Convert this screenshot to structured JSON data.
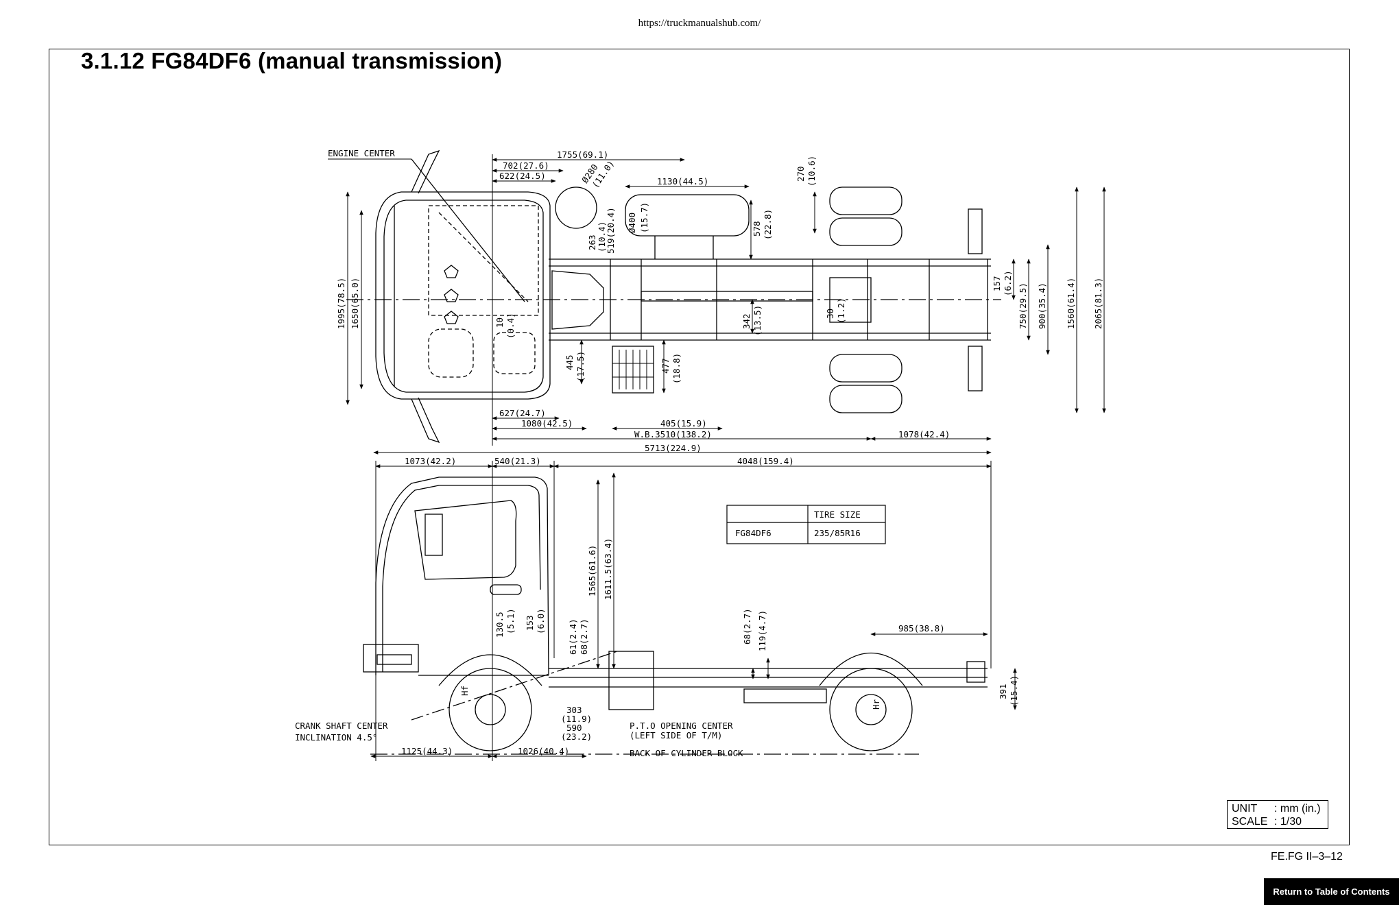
{
  "header": {
    "url": "https://truckmanualshub.com/"
  },
  "page": {
    "title": "3.1.12  FG84DF6 (manual transmission)"
  },
  "drawing": {
    "labels": {
      "engine_center": "ENGINE CENTER",
      "crank_shaft_center": "CRANK SHAFT CENTER",
      "inclination": "INCLINATION 4.5°",
      "pto": "P.T.O OPENING CENTER",
      "pto_side": "(LEFT SIDE OF T/M)",
      "back_cyl": "BACK OF CYLINDER BLOCK",
      "hf": "Hf",
      "hr": "Hr"
    },
    "top_dims": {
      "d1755": "1755(69.1)",
      "d702": "702(27.6)",
      "d622": "622(24.5)",
      "d280": "Ø280",
      "d280in": "(11.0)",
      "d1130": "1130(44.5)",
      "d400": "Ø400",
      "d400in": "(15.7)",
      "d263": "263",
      "d263in": "(10.4)",
      "d519": "519(20.4)",
      "d578": "578",
      "d578in": "(22.8)",
      "d270": "270",
      "d270in": "(10.6)",
      "d157": "157",
      "d157in": "(6.2)",
      "d750": "750(29.5)",
      "d900": "900(35.4)",
      "d1560": "1560(61.4)",
      "d2065": "2065(81.3)",
      "d1995": "1995(78.5)",
      "d1650": "1650(65.0)",
      "d10": "10",
      "d10in": "(0.4)",
      "d342": "342",
      "d342in": "(13.5)",
      "d30": "30",
      "d30in": "(1.2)",
      "d445": "445",
      "d445in": "(17.5)",
      "d477": "477",
      "d477in": "(18.8)",
      "d627": "627(24.7)",
      "d405": "405(15.9)",
      "d1080": "1080(42.5)",
      "wb": "W.B.3510(138.2)",
      "d1078": "1078(42.4)",
      "d5713": "5713(224.9)"
    },
    "side_dims": {
      "d1073": "1073(42.2)",
      "d540": "540(21.3)",
      "d4048": "4048(159.4)",
      "d1565": "1565(61.6)",
      "d1611": "1611.5(63.4)",
      "d130": "130.5",
      "d130in": "(5.1)",
      "d153": "153",
      "d153in": "(6.0)",
      "d61": "61(2.4)",
      "d68a": "68(2.7)",
      "d68b": "68(2.7)",
      "d119": "119(4.7)",
      "d985": "985(38.8)",
      "d391": "391",
      "d391in": "(15.4)",
      "d303": "303",
      "d303in": "(11.9)",
      "d590": "590",
      "d590in": "(23.2)",
      "d1125": "1125(44.3)",
      "d1026": "1026(40.4)"
    },
    "tire_table": {
      "header": "TIRE SIZE",
      "model": "FG84DF6",
      "size": "235/85R16"
    }
  },
  "unit_box": {
    "unit_key": "UNIT",
    "unit_val": ": mm (in.)",
    "scale_key": "SCALE",
    "scale_val": ": 1/30"
  },
  "footer": {
    "page_ref": "FE.FG  II–3–12",
    "toc_button": "Return to Table of Contents"
  }
}
